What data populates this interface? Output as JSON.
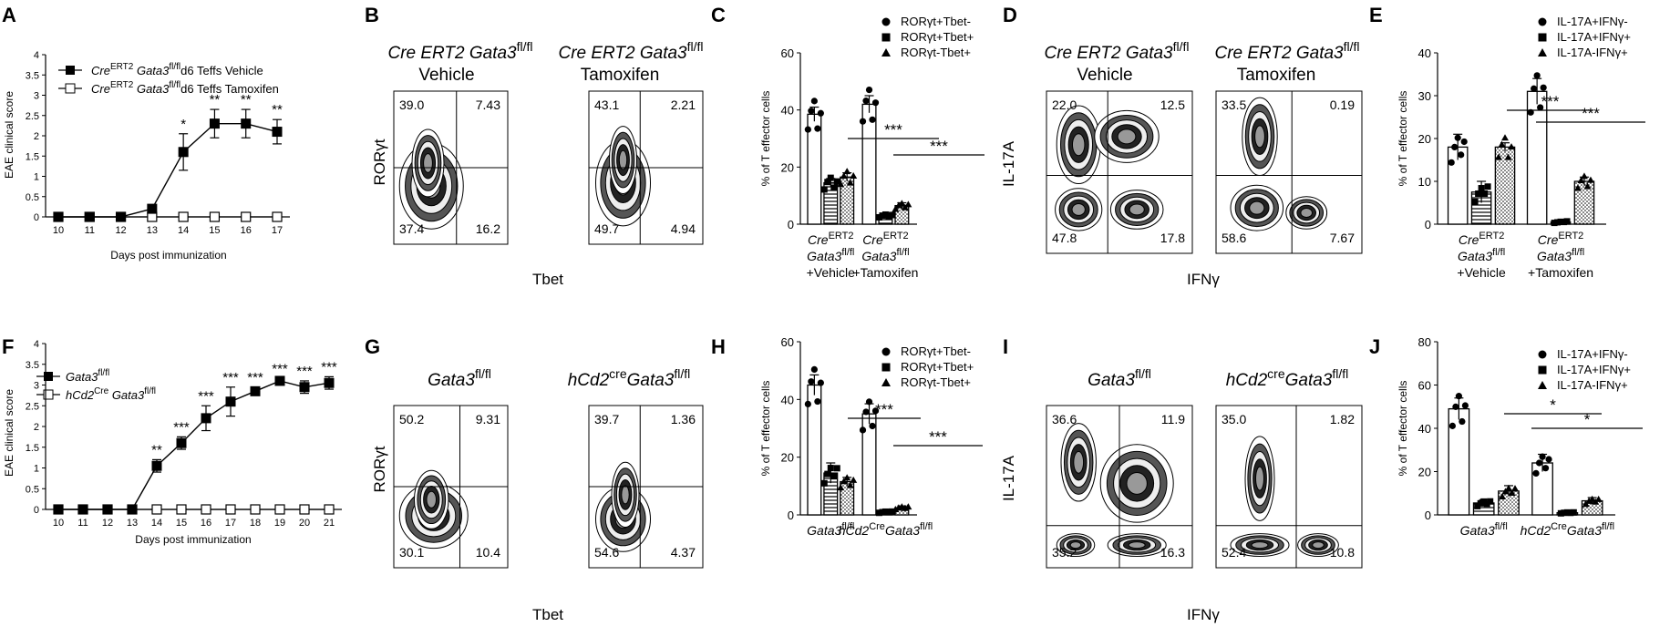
{
  "panel_letters": [
    "A",
    "B",
    "C",
    "D",
    "E",
    "F",
    "G",
    "H",
    "I",
    "J"
  ],
  "flow": {
    "B": {
      "title_cre": "Cre ERT2 Gata3",
      "sup": "fl/fl",
      "condition": "Vehicle",
      "q": [
        "39.0",
        "7.43",
        "37.4",
        "16.2"
      ]
    },
    "B2": {
      "title_cre": "Cre ERT2 Gata3",
      "sup": "fl/fl",
      "condition": "Tamoxifen",
      "q": [
        "43.1",
        "2.21",
        "49.7",
        "4.94"
      ]
    },
    "B_ylabel": "RORγt",
    "B_xlabel": "Tbet",
    "D": {
      "title_cre": "Cre ERT2 Gata3",
      "sup": "fl/fl",
      "condition": "Vehicle",
      "q": [
        "22.0",
        "12.5",
        "47.8",
        "17.8"
      ]
    },
    "D2": {
      "title_cre": "Cre ERT2 Gata3",
      "sup": "fl/fl",
      "condition": "Tamoxifen",
      "q": [
        "33.5",
        "0.19",
        "58.6",
        "7.67"
      ]
    },
    "D_ylabel": "IL-17A",
    "D_xlabel": "IFNγ",
    "G": {
      "title": "Gata3",
      "sup": "fl/fl",
      "q": [
        "50.2",
        "9.31",
        "30.1",
        "10.4"
      ]
    },
    "G2": {
      "title_a": "hCd2",
      "sup_a": "cre",
      "title_b": "Gata3",
      "sup_b": "fl/fl",
      "q": [
        "39.7",
        "1.36",
        "54.6",
        "4.37"
      ]
    },
    "G_ylabel": "RORγt",
    "G_xlabel": "Tbet",
    "I": {
      "title": "Gata3",
      "sup": "fl/fl",
      "q": [
        "36.6",
        "11.9",
        "35.2",
        "16.3"
      ]
    },
    "I2": {
      "title_a": "hCd2",
      "sup_a": "cre",
      "title_b": "Gata3",
      "sup_b": "fl/fl",
      "q": [
        "35.0",
        "1.82",
        "52.4",
        "10.8"
      ]
    },
    "I_ylabel": "IL-17A",
    "I_xlabel": "IFNγ"
  },
  "chart_data": [
    {
      "panel": "A",
      "type": "line",
      "xlabel": "Days post immunization",
      "ylabel": "EAE clinical score",
      "x": [
        10,
        11,
        12,
        13,
        14,
        15,
        16,
        17
      ],
      "ylim": [
        0,
        4
      ],
      "yticks": [
        "0",
        "0.5",
        "1",
        "1.5",
        "2",
        "2.5",
        "3",
        "3.5",
        "4"
      ],
      "series": [
        {
          "name": "d6 Teffs Vehicle",
          "legend_pre": "Cre",
          "legend_sup1": "ERT2",
          "legend_mid": " Gata3",
          "legend_sup2": "fl/fl",
          "marker": "filled-square",
          "values": [
            0,
            0,
            0,
            0.2,
            1.6,
            2.3,
            2.3,
            2.1
          ],
          "errors": [
            0,
            0,
            0,
            0.05,
            0.45,
            0.35,
            0.35,
            0.3
          ],
          "sig": [
            "",
            "",
            "",
            "",
            "*",
            "**",
            "**",
            "**"
          ]
        },
        {
          "name": "d6 Teffs Tamoxifen",
          "legend_pre": "Cre",
          "legend_sup1": "ERT2",
          "legend_mid": " Gata3",
          "legend_sup2": "fl/fl",
          "marker": "open-square",
          "values": [
            0,
            0,
            0,
            0,
            0,
            0,
            0,
            0
          ]
        }
      ]
    },
    {
      "panel": "C",
      "type": "bar",
      "ylabel": "% of T effector cells",
      "ylim": [
        0,
        60
      ],
      "yticks": [
        "0",
        "20",
        "40",
        "60"
      ],
      "legend": [
        "RORγt+Tbet-",
        "RORγt+Tbet+",
        "RORγt-Tbet+"
      ],
      "groups": [
        {
          "label_a": "Cre",
          "sup_a": "ERT2",
          "label_b": "Gata3",
          "sup_b": "fl/fl",
          "label_c": "+Vehicle",
          "values": [
            38.5,
            14.5,
            16.5
          ],
          "errors": [
            2.5,
            1.5,
            1.5
          ]
        },
        {
          "label_a": "Cre",
          "sup_a": "ERT2",
          "label_b": "Gata3",
          "sup_b": "fl/fl",
          "label_c": "+Tamoxifen",
          "values": [
            42,
            3,
            6.5
          ],
          "errors": [
            3,
            0.5,
            1
          ]
        }
      ],
      "sig": [
        "***",
        "***"
      ]
    },
    {
      "panel": "E",
      "type": "bar",
      "ylabel": "% of T effector cells",
      "ylim": [
        0,
        40
      ],
      "yticks": [
        "0",
        "10",
        "20",
        "30",
        "40"
      ],
      "legend": [
        "IL-17A+IFNγ-",
        "IL-17A+IFNγ+",
        "IL-17A-IFNγ+"
      ],
      "groups": [
        {
          "label_a": "Cre",
          "sup_a": "ERT2",
          "label_b": "Gata3",
          "sup_b": "fl/fl",
          "label_c": "+Vehicle",
          "values": [
            18,
            7.5,
            18
          ],
          "errors": [
            3,
            2.5,
            1
          ]
        },
        {
          "label_a": "Cre",
          "sup_a": "ERT2",
          "label_b": "Gata3",
          "sup_b": "fl/fl",
          "label_c": "+Tamoxifen",
          "values": [
            31,
            0.5,
            10
          ],
          "errors": [
            3,
            0.3,
            1
          ]
        }
      ],
      "sig": [
        "***",
        "***"
      ]
    },
    {
      "panel": "F",
      "type": "line",
      "xlabel": "Days post immunization",
      "ylabel": "EAE clinical score",
      "x": [
        10,
        11,
        12,
        13,
        14,
        15,
        16,
        17,
        18,
        19,
        20,
        21
      ],
      "ylim": [
        0,
        4
      ],
      "yticks": [
        "0",
        "0.5",
        "1",
        "1.5",
        "2",
        "2.5",
        "3",
        "3.5",
        "4"
      ],
      "series": [
        {
          "name": "Gata3 fl/fl",
          "legend_pre": "Gata3",
          "legend_sup1": "fl/fl",
          "legend_mid": "",
          "legend_sup2": "",
          "marker": "filled-square",
          "values": [
            0,
            0,
            0,
            0,
            1.05,
            1.6,
            2.2,
            2.6,
            2.85,
            3.1,
            2.95,
            3.05
          ],
          "errors": [
            0,
            0,
            0,
            0,
            0.15,
            0.15,
            0.3,
            0.35,
            0.1,
            0.05,
            0.15,
            0.15
          ],
          "sig": [
            "",
            "",
            "",
            "",
            "**",
            "***",
            "***",
            "***",
            "***",
            "***",
            "***",
            "***"
          ]
        },
        {
          "name": "hCd2 Cre Gata3 fl/fl",
          "legend_pre": "hCd2",
          "legend_sup1": "Cre",
          "legend_mid": " Gata3",
          "legend_sup2": "fl/fl",
          "marker": "open-square",
          "values": [
            0,
            0,
            0,
            0,
            0,
            0,
            0,
            0,
            0,
            0,
            0,
            0
          ]
        }
      ]
    },
    {
      "panel": "H",
      "type": "bar",
      "ylabel": "% of T effector cells",
      "ylim": [
        0,
        60
      ],
      "yticks": [
        "0",
        "20",
        "40",
        "60"
      ],
      "legend": [
        "RORγt+Tbet-",
        "RORγt+Tbet+",
        "RORγt-Tbet+"
      ],
      "groups": [
        {
          "label_a": "Gata3",
          "sup_a": "fl/fl",
          "values": [
            45,
            14.5,
            11.5
          ],
          "errors": [
            3.5,
            3.5,
            1.5
          ]
        },
        {
          "label_a": "hCd2",
          "sup_a": "Cre",
          "label_b": "Gata3",
          "sup_b": "fl/fl",
          "values": [
            35,
            1,
            2.5
          ],
          "errors": [
            3.5,
            0.3,
            0.6
          ]
        }
      ],
      "sig": [
        "***",
        "***"
      ]
    },
    {
      "panel": "J",
      "type": "bar",
      "ylabel": "% of T effector cells",
      "ylim": [
        0,
        80
      ],
      "yticks": [
        "0",
        "20",
        "40",
        "60",
        "80"
      ],
      "legend": [
        "IL-17A+IFNγ-",
        "IL-17A+IFNγ+",
        "IL-17A-IFNγ+"
      ],
      "groups": [
        {
          "label_a": "Gata3",
          "sup_a": "fl/fl",
          "values": [
            49,
            5.5,
            11
          ],
          "errors": [
            5,
            1.5,
            2.5
          ]
        },
        {
          "label_a": "hCd2",
          "sup_a": "Cre",
          "label_b": "Gata3",
          "sup_b": "fl/fl",
          "values": [
            24,
            1,
            6.5
          ],
          "errors": [
            4,
            0.3,
            1.5
          ]
        }
      ],
      "sig": [
        "*",
        "*"
      ]
    }
  ]
}
